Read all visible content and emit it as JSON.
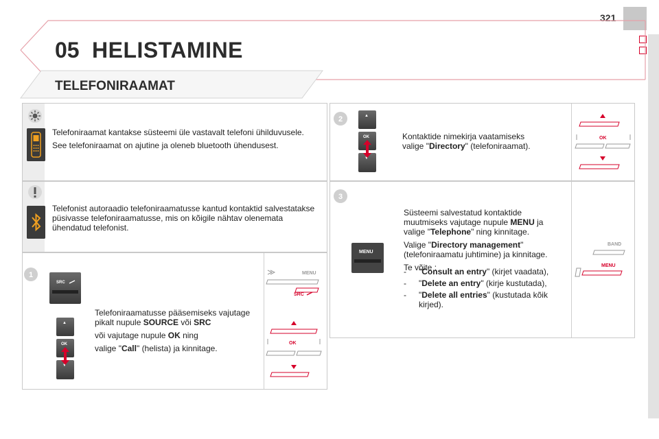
{
  "page": {
    "number": "321"
  },
  "header": {
    "chapter_num": "05",
    "chapter_title": "HELISTAMINE",
    "section_title": "TELEFONIRAAMAT"
  },
  "info_note": {
    "line1": "Telefoniraamat kantakse süsteemi üle vastavalt telefoni ühilduvusele.",
    "line2": "See telefoniraamat on ajutine ja oleneb bluetooth ühendusest."
  },
  "warning_note": {
    "text": "Telefonist autoraadio telefoniraamatusse kantud kontaktid salvestatakse püsivasse telefoniraamatusse, mis on kõigile nähtav olenemata ühendatud telefonist."
  },
  "step1": {
    "number": "1",
    "line1_pre": "Telefoniraamatusse pääsemiseks vajutage pikalt nupule ",
    "line1_b1": "SOURCE",
    "line1_mid": " või ",
    "line1_b2": "SRC",
    "line2_pre": "või vajutage nupule ",
    "line2_b": "OK",
    "line2_post": " ning",
    "line3_pre": "valige \"",
    "line3_b": "Call",
    "line3_post": "\" (helista) ja kinnitage.",
    "labels": {
      "src": "SRC",
      "ok": "OK",
      "menu": "MENU"
    }
  },
  "step2": {
    "number": "2",
    "line1": "Kontaktide nimekirja vaatamiseks",
    "line2_pre": "valige \"",
    "line2_b": "Directory",
    "line2_post": "\" (telefoniraamat).",
    "labels": {
      "ok": "OK"
    }
  },
  "step3": {
    "number": "3",
    "p1_pre": "Süsteemi salvestatud kontaktide muutmiseks vajutage nupule ",
    "p1_b1": "MENU",
    "p1_mid": " ja valige \"",
    "p1_b2": "Telephone",
    "p1_post": "\" ning kinnitage.",
    "p2_pre": "Valige \"",
    "p2_b": "Directory management",
    "p2_post": "\" (telefoniraamatu juhtimine) ja kinnitage.",
    "p3": "Te võite :",
    "items": [
      {
        "dash": "-",
        "b": "Consult an entry",
        "post": "\" (kirjet vaadata),",
        "pre": "\""
      },
      {
        "dash": "-",
        "b": "Delete an entry",
        "post": "\" (kirje kustutada),",
        "pre": "\""
      },
      {
        "dash": "-",
        "b": "Delete all entries",
        "post": "\" (kustutada kõik kirjed).",
        "pre": "\""
      }
    ],
    "labels": {
      "menu": "MENU",
      "band": "BAND"
    }
  },
  "colors": {
    "accent": "#d6002a",
    "panel_border": "#c9c9c9",
    "side_gray": "#ededed"
  }
}
